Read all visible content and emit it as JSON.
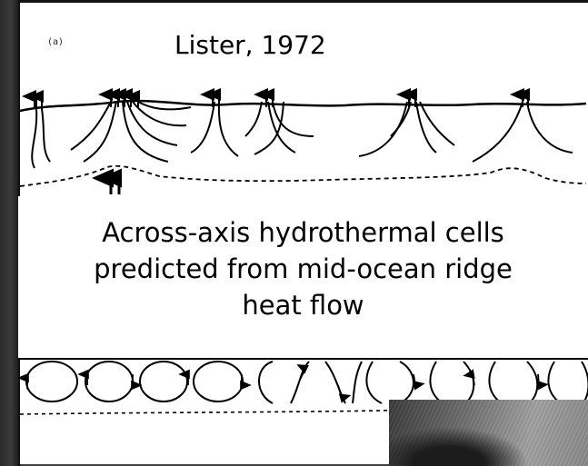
{
  "figure": {
    "panel_label": "(a)",
    "citation": "Lister, 1972",
    "caption_lines": [
      "Across-axis hydrothermal cells",
      "predicted from mid-ocean ridge",
      "heat flow"
    ],
    "colors": {
      "ink": "#000000",
      "paper": "#ffffff",
      "background": "#1a1a1a"
    }
  }
}
